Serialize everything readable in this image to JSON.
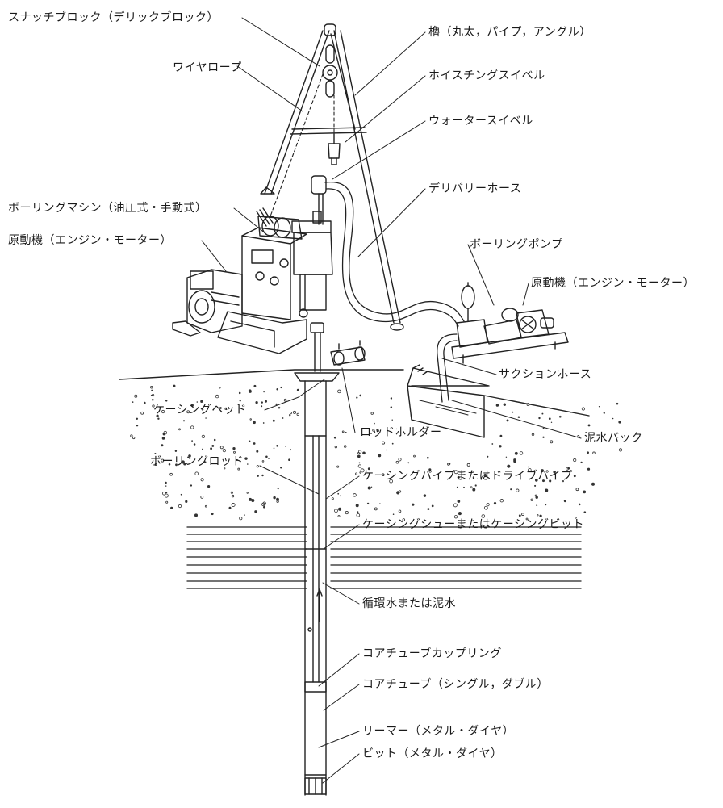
{
  "labels": {
    "snatch_block": "スナッチブロック（デリックブロック）",
    "wire_rope": "ワイヤロープ",
    "derrick": "櫓（丸太，パイプ，アングル）",
    "hoisting_swivel": "ホイスチングスイベル",
    "water_swivel": "ウォータースイベル",
    "delivery_hose": "デリバリーホース",
    "boring_machine": "ボーリングマシン（油圧式・手動式）",
    "prime_mover_left": "原動機（エンジン・モーター）",
    "boring_pump": "ボーリングポンプ",
    "prime_mover_right": "原動機（エンジン・モーター）",
    "suction_hose": "サクションホース",
    "casing_head": "ケーシングヘッド",
    "rod_holder": "ロッドホルダー",
    "mud_tank": "泥水バック",
    "boring_rod": "ボーリングロッド",
    "casing_pipe": "ケーシングパイプまたはドライブパイプ",
    "casing_shoe": "ケーシングシューまたはケーシングビット",
    "circulating_water": "循環水または泥水",
    "core_tube_coupling": "コアチューブカップリング",
    "core_tube": "コアチューブ（シングル，ダブル）",
    "reamer": "リーマー（メタル・ダイヤ）",
    "bit": "ビット（メタル・ダイヤ）"
  }
}
